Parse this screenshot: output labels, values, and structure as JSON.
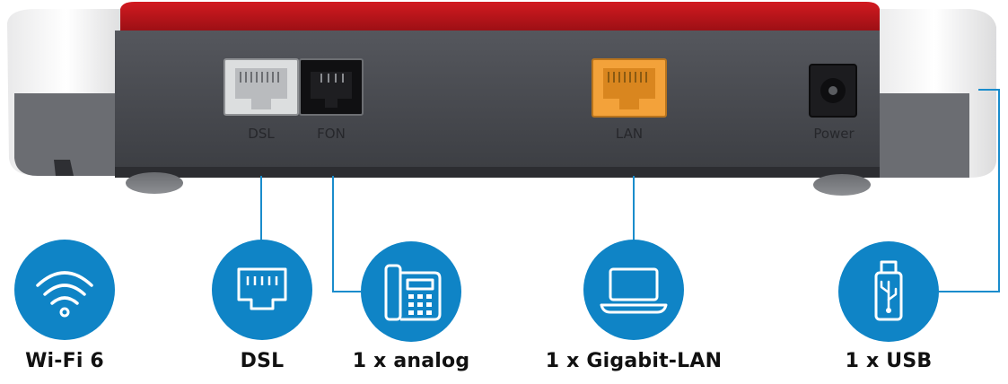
{
  "router": {
    "ports": [
      {
        "id": "dsl",
        "label": "DSL",
        "color": "#c9ccce"
      },
      {
        "id": "fon",
        "label": "FON",
        "color": "#111111"
      },
      {
        "id": "lan",
        "label": "LAN",
        "color": "#f2a33a"
      },
      {
        "id": "power",
        "label": "Power",
        "color": "#1a1a1a"
      }
    ],
    "colors": {
      "body": "#4a4c52",
      "body_dark": "#3a3c41",
      "top_red": "#c4161c",
      "top_red_dark": "#8e0c12",
      "shell_white": "#f4f4f4",
      "port_text": "#2f3034"
    }
  },
  "features": [
    {
      "id": "wifi",
      "icon": "wifi-icon",
      "label": "Wi-Fi 6"
    },
    {
      "id": "dsl",
      "icon": "ethernet-port-icon",
      "label": "DSL"
    },
    {
      "id": "analog",
      "icon": "telephone-icon",
      "label": "1 x analog"
    },
    {
      "id": "lan",
      "icon": "laptop-icon",
      "label": "1 x Gigabit-LAN"
    },
    {
      "id": "usb",
      "icon": "usb-stick-icon",
      "label": "1 x USB"
    }
  ],
  "colors": {
    "accent_blue": "#0f84c6",
    "line_blue": "#1a8ccc",
    "label_text": "#111111"
  }
}
